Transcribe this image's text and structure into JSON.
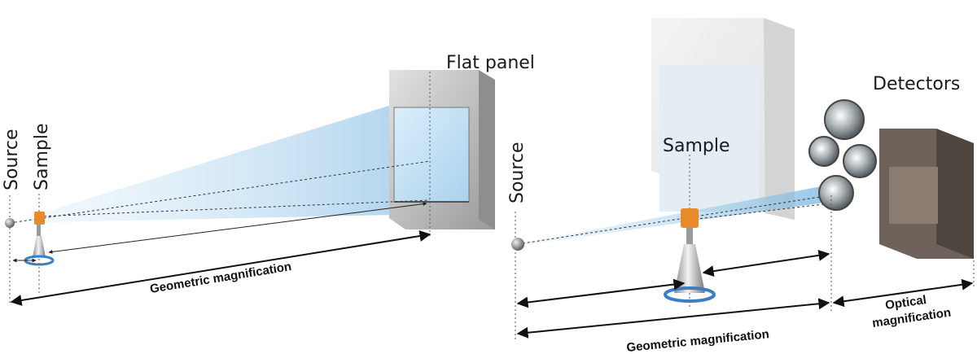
{
  "left_panel": {
    "source_label": "Source",
    "sample_label": "Sample",
    "detector_label": "Flat panel",
    "magnification_label": "Geometric magnification"
  },
  "right_panel": {
    "source_label": "Source",
    "sample_label": "Sample",
    "detector_label": "Detectors",
    "geometric_label": "Geometric magnification",
    "optical_label_line1": "Optical",
    "optical_label_line2": "magnification"
  },
  "colors": {
    "beam": "#8fc3e6",
    "sample": "#e8892a",
    "rotation_arrow": "#3a7fc2",
    "panel_frame": "#b0b0b0"
  }
}
